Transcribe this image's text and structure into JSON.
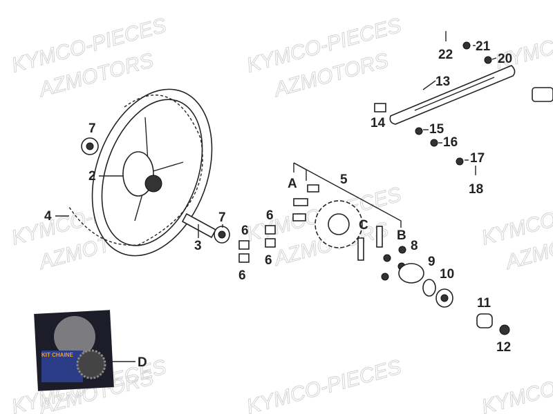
{
  "watermark": {
    "line1": "KYMCO-PIECES",
    "line2": "AZMOTORS"
  },
  "callouts": {
    "p22": "22",
    "p21": "21",
    "p20": "20",
    "p13": "13",
    "p14": "14",
    "p15": "15",
    "p16": "16",
    "p17": "17",
    "p18": "18",
    "p7a": "7",
    "p2": "2",
    "p4": "4",
    "p7b": "7",
    "p3": "3",
    "p6a": "6",
    "p6b": "6",
    "p6c": "6",
    "p6d": "6",
    "pA": "A",
    "p5": "5",
    "pC": "C",
    "pB": "B",
    "p8": "8",
    "p9": "9",
    "p10": "10",
    "p11": "11",
    "p12": "12",
    "pD": "D"
  },
  "kit_package": {
    "title": "KIT CHAINE"
  }
}
